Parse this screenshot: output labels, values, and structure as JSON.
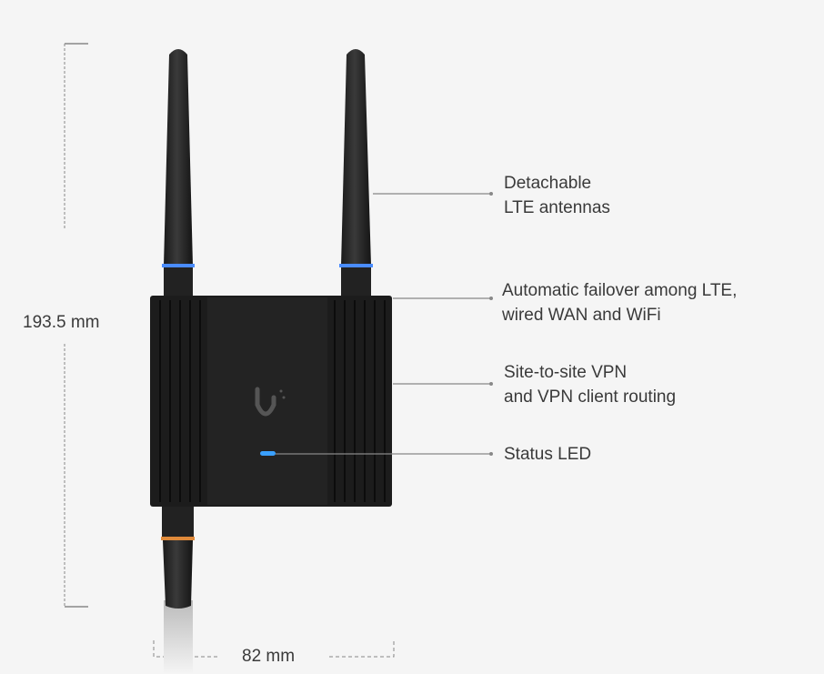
{
  "dimensions": {
    "height": "193.5 mm",
    "width": "82 mm"
  },
  "callouts": [
    {
      "lines": [
        "Detachable",
        "LTE antennas"
      ]
    },
    {
      "lines": [
        "Automatic failover among LTE,",
        "wired WAN and WiFi"
      ]
    },
    {
      "lines": [
        "Site-to-site VPN",
        "and VPN client routing"
      ]
    },
    {
      "lines": [
        "Status LED"
      ]
    }
  ],
  "colors": {
    "background": "#f5f5f5",
    "body": "#1e1e1e",
    "led": "#3aa0ff",
    "ring_top": "#4a8cff",
    "ring_bottom": "#e08a3a"
  }
}
